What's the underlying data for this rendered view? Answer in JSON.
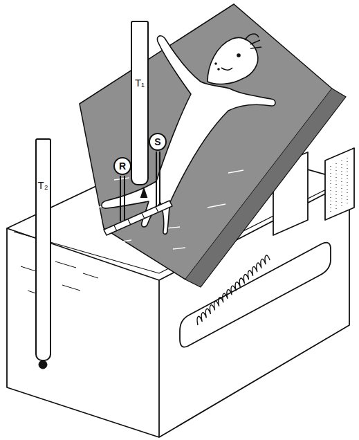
{
  "diagram": {
    "nodes": [
      {
        "text": [
          "T₁"
        ]
      },
      {
        "text": [
          "S"
        ]
      },
      {
        "text": [
          "R"
        ]
      },
      {
        "text": [
          "T₂"
        ]
      }
    ]
  }
}
